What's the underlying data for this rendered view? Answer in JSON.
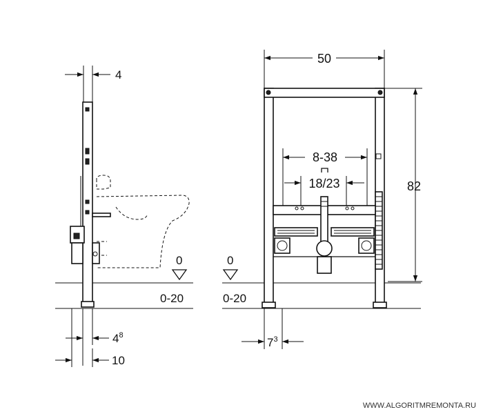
{
  "side_view": {
    "dim_top": "4",
    "dim_bottom_1": "4",
    "dim_bottom_1_sup": "8",
    "dim_bottom_2": "10",
    "floor_level": "0",
    "floor_range": "0-20"
  },
  "front_view": {
    "width": "50",
    "height": "82",
    "outlet_range": "8-38",
    "connection_spacing": "18/23",
    "floor_level": "0",
    "floor_range": "0-20",
    "foot_offset": "7",
    "foot_offset_sup": "3"
  },
  "watermark": "WWW.ALGORITMREMONTA.RU"
}
